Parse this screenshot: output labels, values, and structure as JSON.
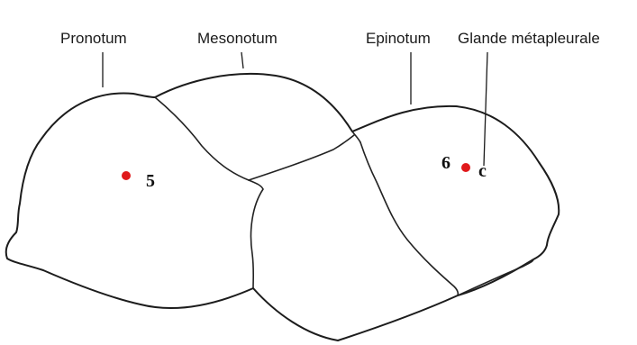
{
  "labels": {
    "pronotum": "Pronotum",
    "mesonotum": "Mesonotum",
    "epinotum": "Epinotum",
    "glande": "Glande métapleurale"
  },
  "markers": {
    "pronotum_number": "5",
    "epinotum_number": "6",
    "epinotum_letter": "c"
  },
  "colors": {
    "outline": "#1c1c1c",
    "marker_dot": "#e0191b"
  }
}
